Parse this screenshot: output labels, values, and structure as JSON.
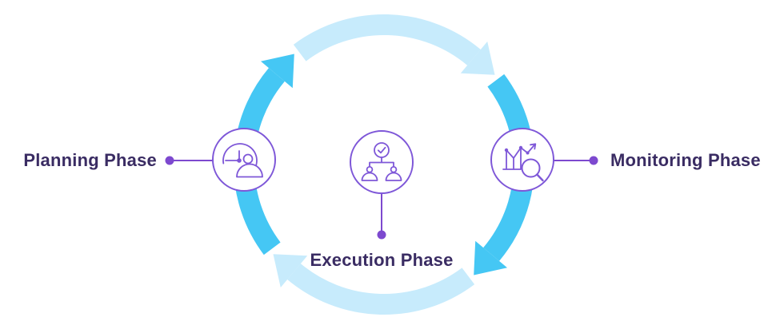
{
  "diagram": {
    "type": "process-cycle",
    "cycle": {
      "direction": "clockwise",
      "segment_count": 4
    },
    "phases": [
      {
        "label": "Planning Phase",
        "icon": "gauge-user-icon",
        "position": "left"
      },
      {
        "label": "Execution Phase",
        "icon": "team-check-icon",
        "position": "bottom-center"
      },
      {
        "label": "Monitoring Phase",
        "icon": "chart-magnifier-icon",
        "position": "right"
      }
    ]
  },
  "colors": {
    "arrow_pale": "#c7ebfc",
    "arrow_bright": "#45c7f4",
    "accent_purple": "#7d49cf",
    "icon_purple": "#7e57d8",
    "label_text": "#3a2c63",
    "page_bg": "#ffffff"
  }
}
